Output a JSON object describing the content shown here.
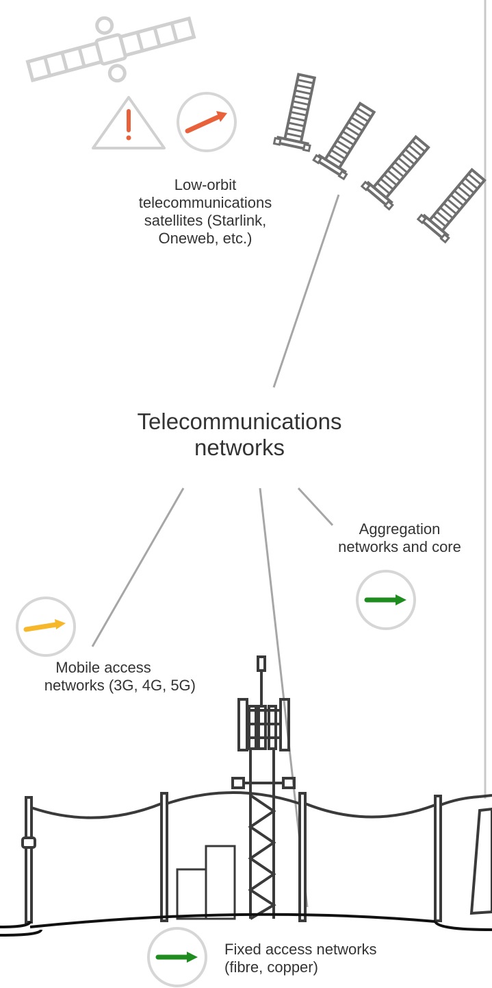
{
  "labels": {
    "satellites": [
      "Low-orbit",
      "telecommunications",
      "satellites (Starlink,",
      "Oneweb, etc.)"
    ],
    "title": [
      "Telecommunications",
      "networks"
    ],
    "aggregation": [
      "Aggregation",
      "networks and core"
    ],
    "mobile": [
      "Mobile access",
      "networks (3G, 4G, 5G)"
    ],
    "fixed": [
      "Fixed access networks",
      "(fibre, copper)"
    ]
  },
  "indicators": {
    "satellites": {
      "status": "warning",
      "trend": "up",
      "arrow_color": "#e8613a",
      "warning_color": "#e8613a"
    },
    "aggregation": {
      "trend": "flat",
      "arrow_color": "#1e8c1e"
    },
    "mobile": {
      "trend": "up",
      "arrow_color": "#f7b72a"
    },
    "fixed": {
      "trend": "flat",
      "arrow_color": "#1e8c1e"
    }
  },
  "colors": {
    "line": "#a6a6a6",
    "circle": "#d6d6d6",
    "drawing": "#3a3a3a",
    "satellite_outline": "#d0d0d0",
    "satellite_group": "#6f6f6f"
  }
}
